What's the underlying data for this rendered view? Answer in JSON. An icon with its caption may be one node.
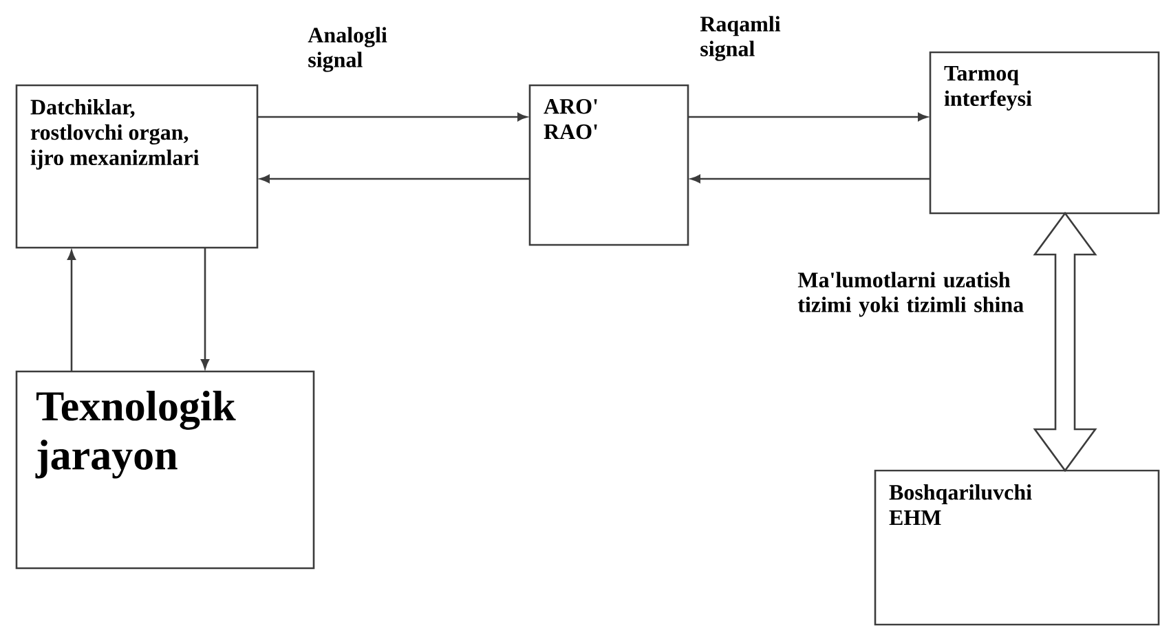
{
  "diagram": {
    "nodes": [
      {
        "text": [
          "Datchiklar, rostlovchi organ, ijro mexanizmlari"
        ]
      },
      {
        "text": [
          "ARO' RAO'"
        ]
      },
      {
        "text": [
          "Tarmoq interfeysi"
        ]
      },
      {
        "text": [
          "Texnologik jarayon"
        ]
      },
      {
        "text": [
          "Boshqariluvchi EHM"
        ]
      }
    ],
    "edges": [
      {
        "from": 0,
        "to": 1,
        "arrow": "to",
        "label": "Analogli signal"
      },
      {
        "from": 1,
        "to": 0,
        "arrow": "to"
      },
      {
        "from": 1,
        "to": 2,
        "arrow": "to",
        "label": "Raqamli signal"
      },
      {
        "from": 2,
        "to": 1,
        "arrow": "to"
      },
      {
        "from": 3,
        "to": 0,
        "arrow": "to"
      },
      {
        "from": 0,
        "to": 3,
        "arrow": "to"
      },
      {
        "from": 2,
        "to": 4,
        "arrow": "both",
        "style": "thick",
        "label": "Ma'lumotlarni uzatish tizimi yoki tizimli shina"
      }
    ]
  }
}
